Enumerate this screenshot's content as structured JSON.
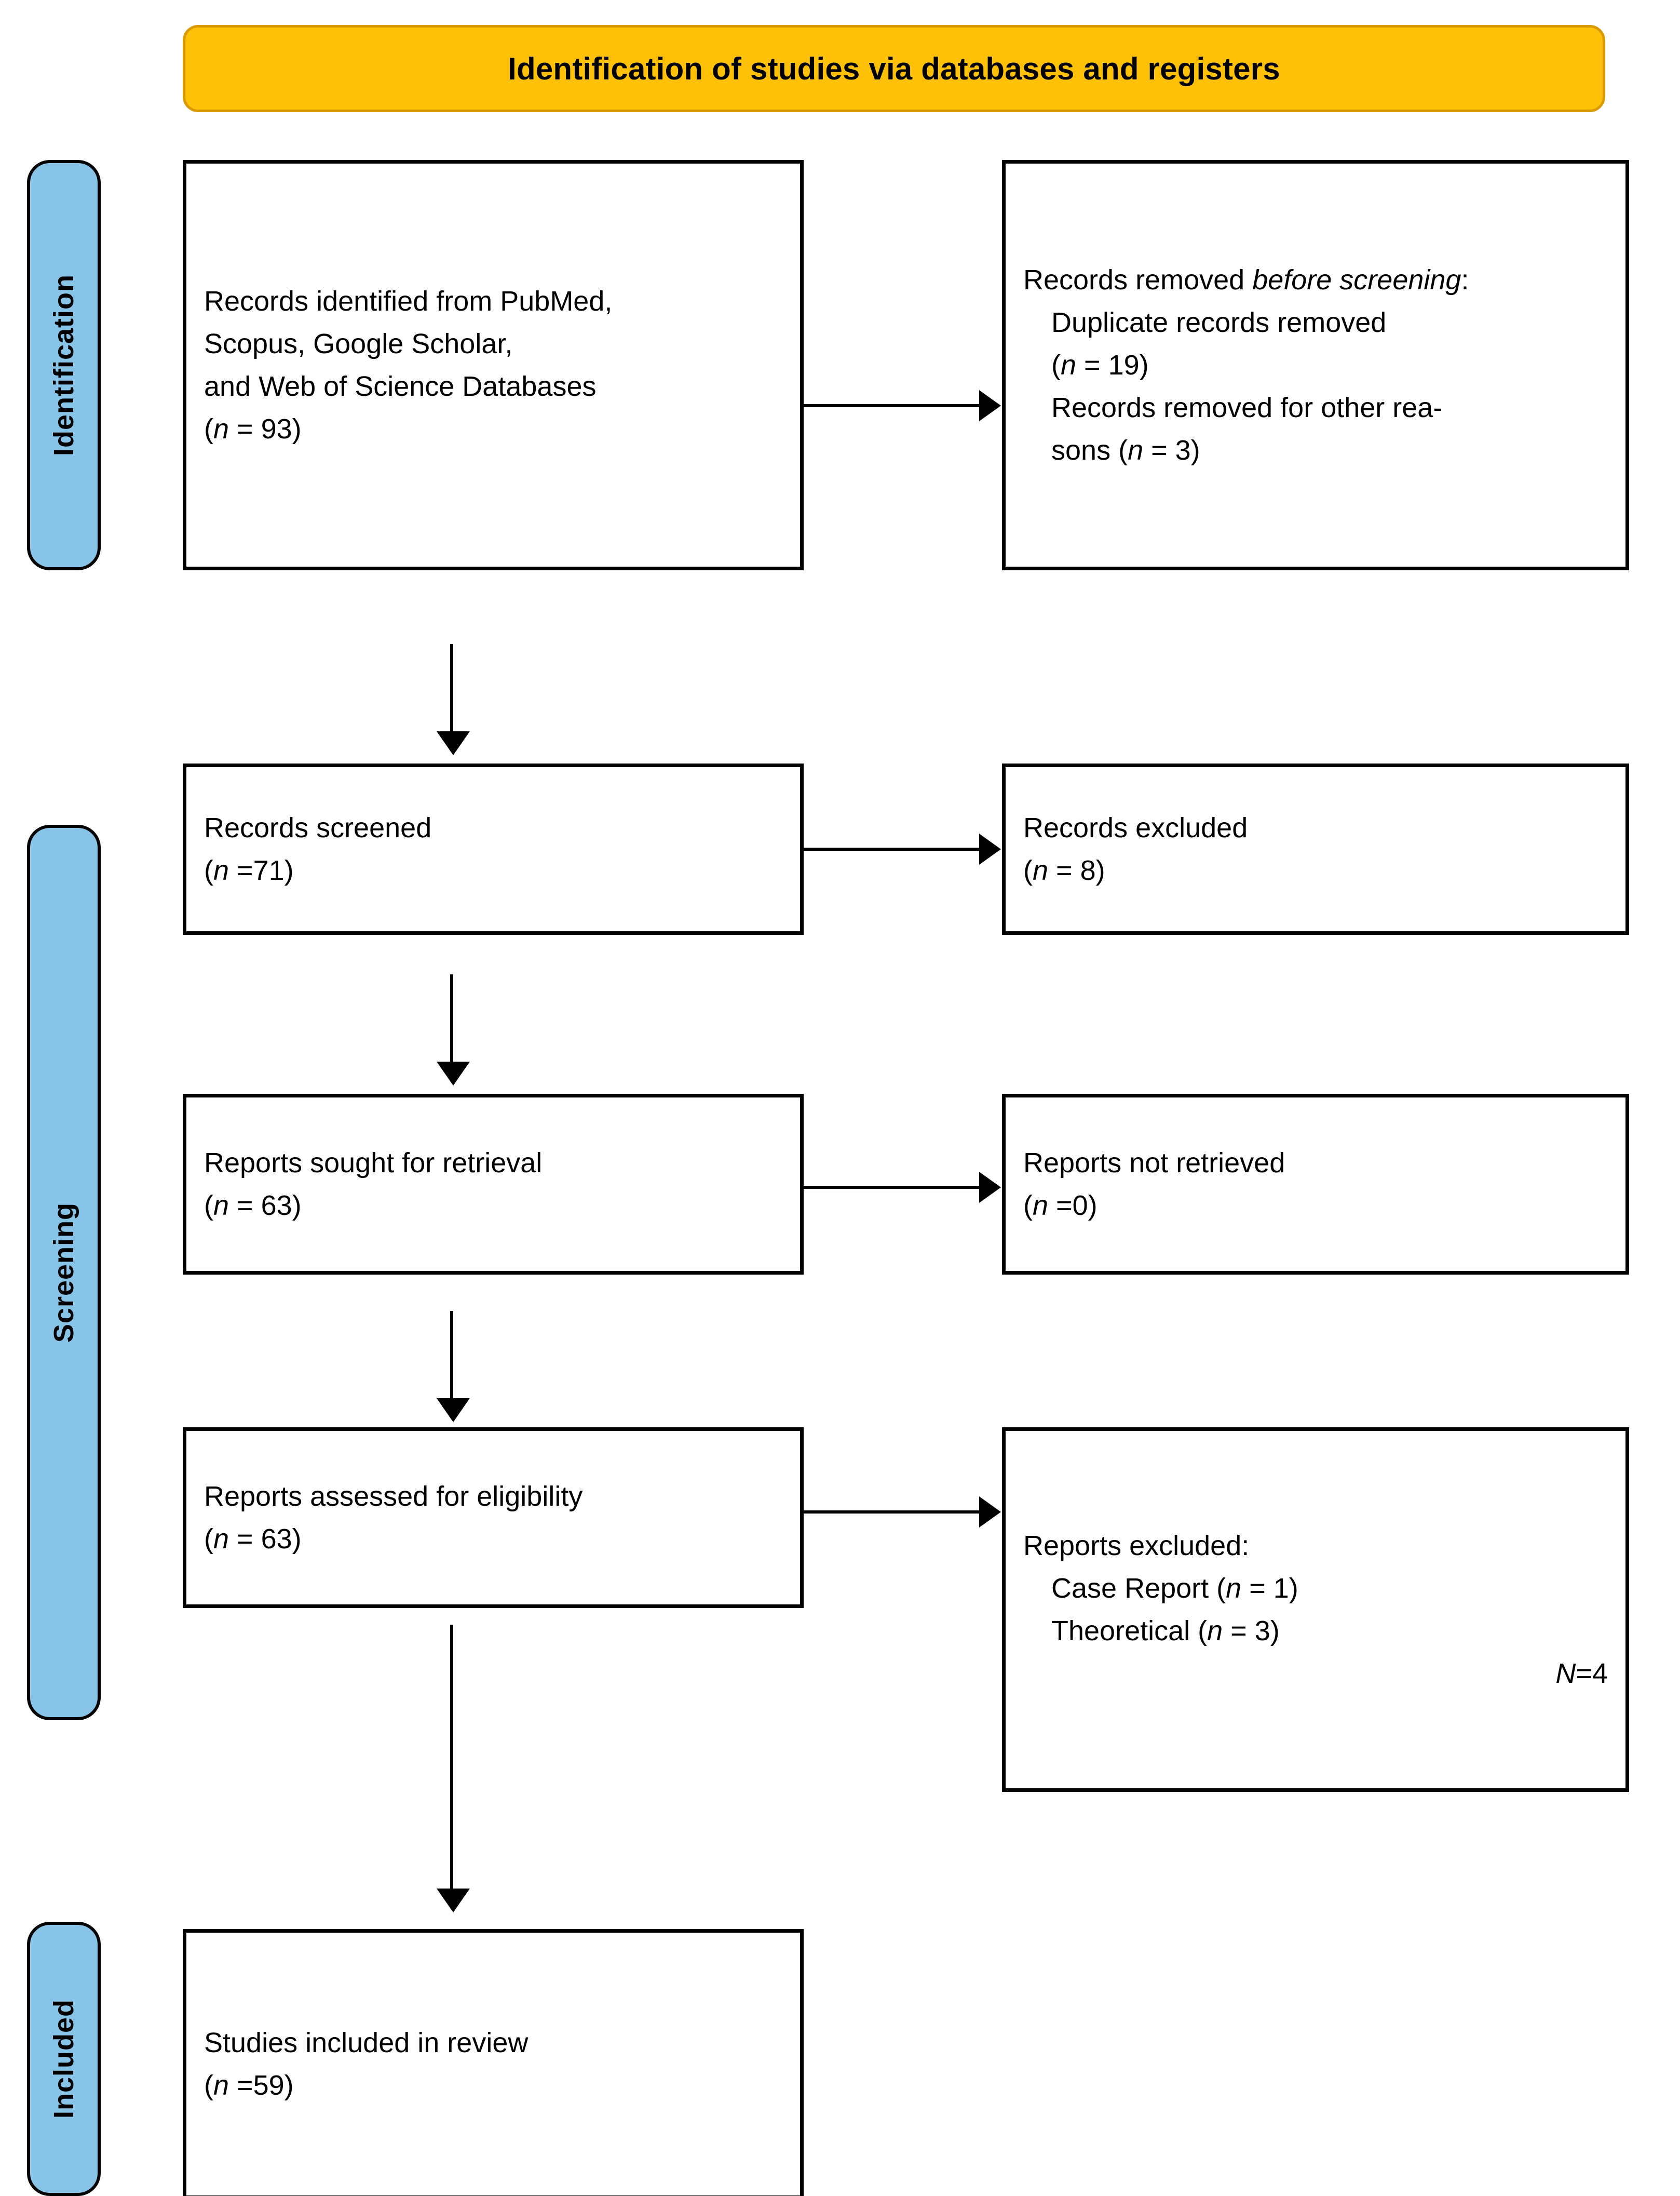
{
  "diagram": {
    "type": "prisma-flow",
    "title": "Identification of studies via databases and registers",
    "colors": {
      "banner": "#FFC107",
      "banner_border": "#D99A00",
      "stage_label": "#87C4E8",
      "line": "#000000",
      "box_background": "#FFFFFF"
    }
  },
  "stages": {
    "identification": "Identification",
    "screening": "Screening",
    "included": "Included"
  },
  "boxes": {
    "identified": {
      "line1": "Records identified from PubMed,",
      "line2": "Scopus, Google Scholar,",
      "line3": "and Web of Science Databases",
      "line4_pre": "(",
      "line4_italic": "n",
      "line4_post": " = 93)"
    },
    "removed": {
      "heading_pre": "Records removed ",
      "heading_italic": "before screening",
      "heading_post": ":",
      "item1": "Duplicate records removed",
      "item1_count_pre": "(",
      "item1_count_italic": "n",
      "item1_count_post": " = 19)",
      "item2": "Records removed for other rea-",
      "item2_cont_pre": "sons (",
      "item2_cont_italic": "n",
      "item2_cont_post": " = 3)"
    },
    "screened": {
      "label": "Records screened",
      "count_pre": "(",
      "count_italic": "n",
      "count_post": " =71)"
    },
    "records_excluded": {
      "label": "Records excluded",
      "count_pre": "(",
      "count_italic": "n",
      "count_post": " = 8)"
    },
    "sought": {
      "label": "Reports sought for retrieval",
      "count_pre": "(",
      "count_italic": "n",
      "count_post": " = 63)"
    },
    "not_retrieved": {
      "label": "Reports not retrieved",
      "count_pre": "(",
      "count_italic": "n",
      "count_post": " =0)"
    },
    "assessed": {
      "label": "Reports assessed for eligibility",
      "count_pre": "(",
      "count_italic": "n",
      "count_post": " = 63)"
    },
    "reports_excluded": {
      "heading": "Reports excluded:",
      "item1_pre": "Case Report (",
      "item1_italic": "n",
      "item1_post": " = 1)",
      "item2_pre": "Theoretical (",
      "item2_italic": "n",
      "item2_post": " = 3)",
      "total_italic": "N",
      "total_post": "=4"
    },
    "included": {
      "label": "Studies included in review",
      "count_pre": "(",
      "count_italic": "n",
      "count_post": " =59)"
    }
  },
  "chart_data": {
    "type": "diagram",
    "title": "Identification of studies via databases and registers",
    "nodes": [
      {
        "id": "identified",
        "stage": "Identification",
        "column": "left",
        "label": "Records identified from PubMed, Scopus, Google Scholar, and Web of Science Databases",
        "n": 93
      },
      {
        "id": "removed",
        "stage": "Identification",
        "column": "right",
        "label": "Records removed before screening",
        "duplicate_records_removed": 19,
        "removed_other_reasons": 3
      },
      {
        "id": "screened",
        "stage": "Screening",
        "column": "left",
        "label": "Records screened",
        "n": 71
      },
      {
        "id": "records_excluded",
        "stage": "Screening",
        "column": "right",
        "label": "Records excluded",
        "n": 8
      },
      {
        "id": "sought",
        "stage": "Screening",
        "column": "left",
        "label": "Reports sought for retrieval",
        "n": 63
      },
      {
        "id": "not_retrieved",
        "stage": "Screening",
        "column": "right",
        "label": "Reports not retrieved",
        "n": 0
      },
      {
        "id": "assessed",
        "stage": "Screening",
        "column": "left",
        "label": "Reports assessed for eligibility",
        "n": 63
      },
      {
        "id": "reports_excluded",
        "stage": "Screening",
        "column": "right",
        "label": "Reports excluded",
        "case_report": 1,
        "theoretical": 3,
        "N": 4
      },
      {
        "id": "included",
        "stage": "Included",
        "column": "left",
        "label": "Studies included in review",
        "n": 59
      }
    ],
    "edges": [
      {
        "from": "identified",
        "to": "removed",
        "direction": "right"
      },
      {
        "from": "identified",
        "to": "screened",
        "direction": "down"
      },
      {
        "from": "screened",
        "to": "records_excluded",
        "direction": "right"
      },
      {
        "from": "screened",
        "to": "sought",
        "direction": "down"
      },
      {
        "from": "sought",
        "to": "not_retrieved",
        "direction": "right"
      },
      {
        "from": "sought",
        "to": "assessed",
        "direction": "down"
      },
      {
        "from": "assessed",
        "to": "reports_excluded",
        "direction": "right"
      },
      {
        "from": "assessed",
        "to": "included",
        "direction": "down"
      }
    ]
  }
}
